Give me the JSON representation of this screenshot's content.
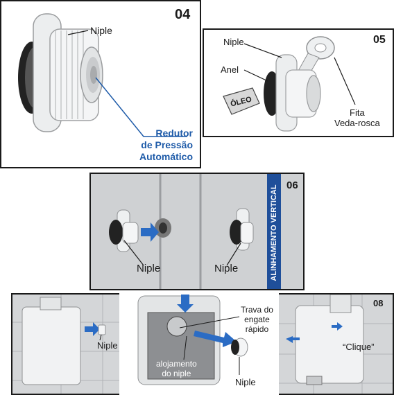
{
  "steps": {
    "s04": {
      "number": "04",
      "niple": "Niple",
      "redutor": [
        "Redutor",
        "de Pressão",
        "Automático"
      ]
    },
    "s05": {
      "number": "05",
      "niple": "Niple",
      "anel": "Anel",
      "oleo": "ÓLEO",
      "fita": [
        "Fita",
        "Veda-rosca"
      ]
    },
    "s06": {
      "number": "06",
      "banner": "ALINHAMENTO VERTICAL",
      "niple_left": "Niple",
      "niple_right": "Niple"
    },
    "s07": {
      "niple": "Niple"
    },
    "s07b": {
      "trava": [
        "Trava do",
        "engate",
        "rápido"
      ],
      "alojamento": [
        "alojamento",
        "do niple"
      ],
      "niple": "Niple"
    },
    "s08": {
      "number": "08",
      "clique": "“Clique”"
    }
  },
  "colors": {
    "accent_blue": "#1d5aa8",
    "banner_blue": "#1f4f9a",
    "arrow_blue": "#2b6cc4",
    "tile_gray": "#cfd1d3"
  }
}
